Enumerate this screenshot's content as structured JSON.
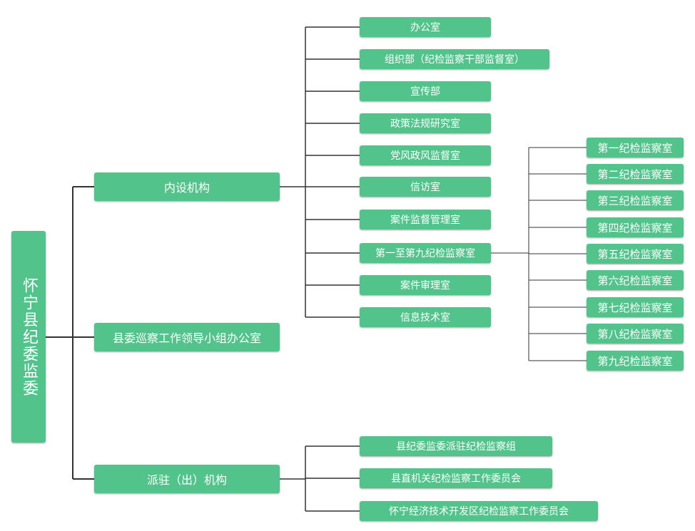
{
  "root": {
    "label": "怀宁县纪委监委"
  },
  "branches": [
    {
      "label": "内设机构",
      "children": [
        {
          "label": "办公室"
        },
        {
          "label": "组织部（纪检监察干部监督室）"
        },
        {
          "label": "宣传部"
        },
        {
          "label": "政策法规研究室"
        },
        {
          "label": "党风政风监督室"
        },
        {
          "label": "信访室"
        },
        {
          "label": "案件监督管理室"
        },
        {
          "label": "第一至第九纪检监察室",
          "children": [
            {
              "label": "第一纪检监察室"
            },
            {
              "label": "第二纪检监察室"
            },
            {
              "label": "第三纪检监察室"
            },
            {
              "label": "第四纪检监察室"
            },
            {
              "label": "第五纪检监察室"
            },
            {
              "label": "第六纪检监察室"
            },
            {
              "label": "第七纪检监察室"
            },
            {
              "label": "第八纪检监察室"
            },
            {
              "label": "第九纪检监察室"
            }
          ]
        },
        {
          "label": "案件审理室"
        },
        {
          "label": "信息技术室"
        }
      ]
    },
    {
      "label": "县委巡察工作领导小组办公室",
      "children": []
    },
    {
      "label": "派驻（出）机构",
      "children": [
        {
          "label": "县纪委监委派驻纪检监察组"
        },
        {
          "label": "县直机关纪检监察工作委员会"
        },
        {
          "label": "怀宁经济技术开发区纪检监察工作委员会"
        }
      ]
    }
  ],
  "colors": {
    "node_fill": "#52c48b",
    "node_text": "#ffffff",
    "connector": "#333333"
  }
}
